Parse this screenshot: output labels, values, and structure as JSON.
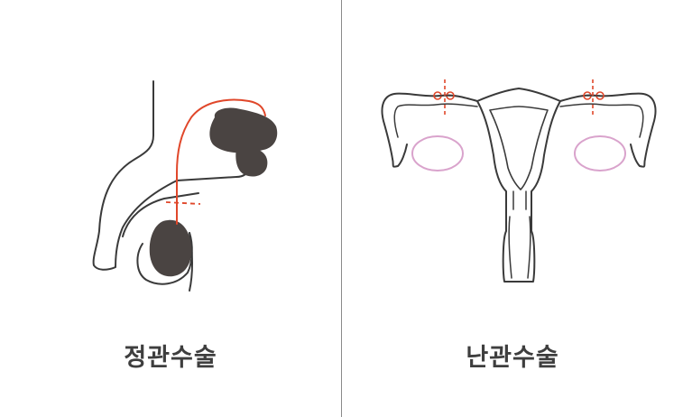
{
  "panels": {
    "left": {
      "caption": "정관수술",
      "illustration": "male-reproductive-diagram"
    },
    "right": {
      "caption": "난관수술",
      "illustration": "female-reproductive-diagram"
    }
  },
  "colors": {
    "outline": "#3a3a3a",
    "organ_fill": "#4a4442",
    "incision": "#e0472a",
    "ovary": "#d9a3cc",
    "caption": "#3e3e3e",
    "divider": "#8a8a8a"
  }
}
